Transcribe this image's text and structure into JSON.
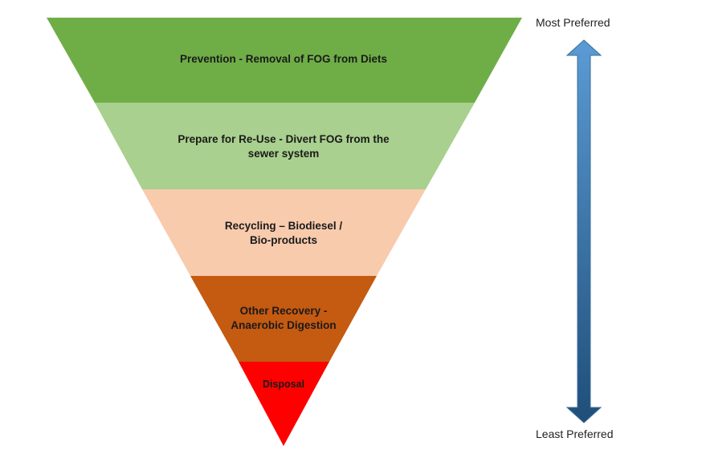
{
  "tiers": [
    {
      "line1": "Prevention - Removal of FOG from Diets",
      "line2": "",
      "color": "#6fae47"
    },
    {
      "line1": "Prepare for Re-Use - Divert FOG from the",
      "line2": "sewer system",
      "color": "#a9d08e"
    },
    {
      "line1": "Recycling – Biodiesel /",
      "line2": "Bio-products",
      "color": "#f8cbad"
    },
    {
      "line1": "Other Recovery -",
      "line2": "Anaerobic Digestion",
      "color": "#c55a11"
    },
    {
      "line1": "Disposal",
      "line2": "",
      "color": "#ff0000"
    }
  ],
  "scale": {
    "top_label": "Most Preferred",
    "bottom_label": "Least Preferred",
    "arrow_color_top": "#5b9bd5",
    "arrow_color_bottom": "#1f4e79"
  }
}
